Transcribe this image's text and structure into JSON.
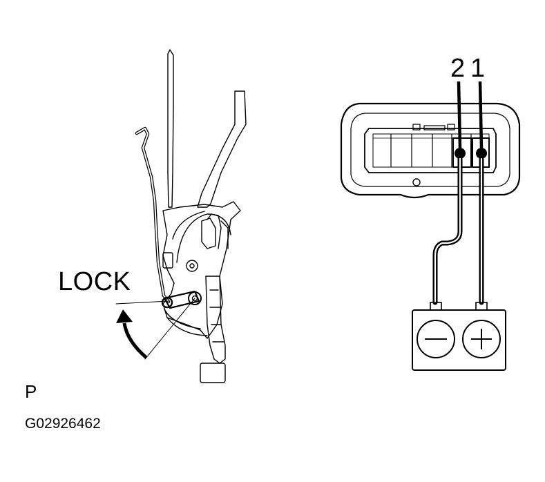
{
  "labels": {
    "lock": "LOCK",
    "pin_2": "2",
    "pin_1": "1",
    "view_code": "P",
    "figure_id": "G02926462"
  },
  "battery": {
    "negative_symbol": "minus",
    "positive_symbol": "plus"
  }
}
